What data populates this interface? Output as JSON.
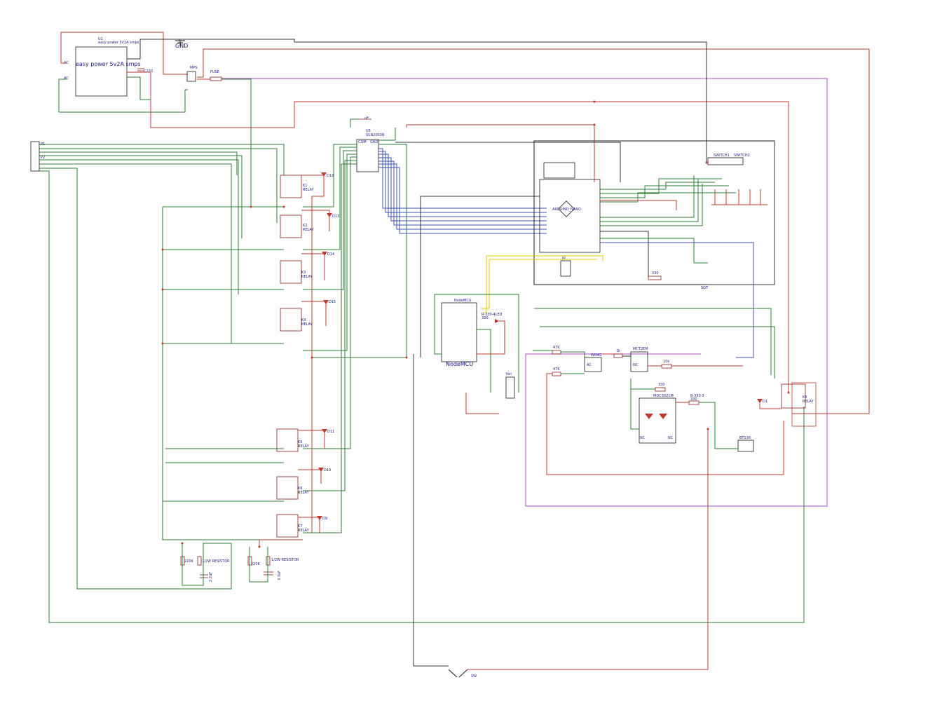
{
  "labels": {
    "smps_ref": "U1",
    "smps_value": "easy power 5V2A smps",
    "smps_body": "easy power 5v2A smps",
    "cap_c220": "C220",
    "gnd": "GND",
    "mps": "MPS",
    "fuse": "FUSE",
    "p1": "P1",
    "p2": "P2",
    "c_uf": "uF",
    "u5": "U5",
    "uln": "ULN2003N",
    "com": "COM",
    "gnd_pin": "GND",
    "arduino": "ARDUINO_NANO",
    "switch1": "SWITCH1",
    "switch2": "SWITCH2",
    "relay": "RELAY",
    "k1": "K1",
    "k2": "K2",
    "k3": "K3",
    "k4": "K4",
    "k5": "K5",
    "k6": "K6",
    "k7": "K7",
    "k8": "K8",
    "d12": "D12",
    "d13": "D13",
    "d14": "D14",
    "d15": "D15",
    "d11": "D11",
    "d10": "D10",
    "d9": "D9",
    "d1": "D1",
    "ir": "IR",
    "r330": "330",
    "sot": "SOT",
    "nodemcu_top": "NodeMCU",
    "nodemcu_bottom": "NodeMCU",
    "r330_led": "R-330-4LED",
    "led_r": "330",
    "fan": "fan",
    "r47k_1": "47K",
    "r47k_2": "47K",
    "w04g": "W04G",
    "ac": "AC",
    "r1k": "1k",
    "mct2em": "MCT2EM",
    "nc": "NC",
    "r10k": "10k",
    "r330_b": "330",
    "r330_3": "R-330-3",
    "r330_c": "330",
    "moc": "MOC3021M",
    "bt136": "BT136",
    "r220k_1": "220K",
    "half_w_1": "1/2W RESISTOR",
    "cap_22": "2.2uF",
    "r220k_2": "220K",
    "half_w_2": "1/2W RESISTOR",
    "cap_33": "3.3uF",
    "sw": "SW"
  }
}
